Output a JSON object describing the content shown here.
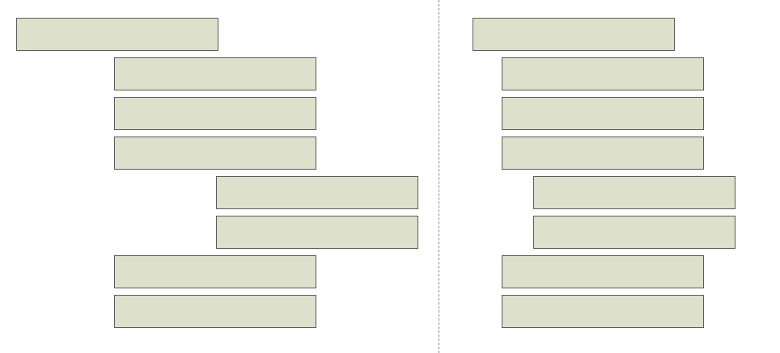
{
  "colors": {
    "box_fill": "#dde0cb",
    "box_border": "#5a5a5a",
    "divider": "#8a8a8a",
    "background": "#ffffff"
  },
  "left_tree": {
    "levels": [
      0,
      1,
      1,
      1,
      2,
      2,
      1,
      1
    ]
  },
  "right_tree": {
    "levels": [
      0,
      1,
      1,
      1,
      2,
      2,
      1,
      1
    ]
  }
}
